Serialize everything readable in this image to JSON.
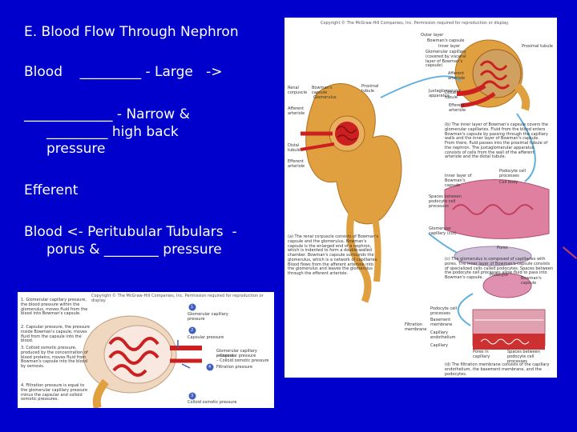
{
  "slide": {
    "title": "E. Blood Flow Through Nephron",
    "line1": "Blood    _________ - Large   ->",
    "line2": "_____________ - Narrow &",
    "line3": "_________ high back",
    "line4": "pressure",
    "line5": "Efferent",
    "line6": "Blood <- Peritubular Tubulars  -",
    "line7": "porus & ________ pressure"
  },
  "figure_right": {
    "copyright": "Copyright © The McGraw-Hill Companies, Inc. Permission required for reproduction or display.",
    "labels": {
      "outer_layer": "Outer layer",
      "bowmans_capsule": "Bowman's capsule",
      "inner_layer": "Inner layer",
      "glomerular_capillary": "Glomerular capillary (covered by visceral layer of Bowman's capsule)",
      "proximal_tubule": "Proximal tubule",
      "afferent_arteriole": "Afferent arteriole",
      "juxtaglomerular_apparatus": "Juxtaglomerular apparatus",
      "renal_corpuscle": "Renal corpuscle",
      "bowmans_capsule_2": "Bowman's capsule",
      "glomerulus": "Glomerulus",
      "proximal_tubule_2": "Proximal tubule",
      "distal_tubule": "Distal tubule",
      "efferent_arteriole": "Efferent arteriole",
      "afferent_arteriole_2": "Afferent arteriole",
      "distal_tubule_2": "Distal tubule",
      "efferent_arteriole_2": "Efferent arteriole",
      "inner_layer_2": "Inner layer of Bowman's capsule",
      "podocyte_cell_processes": "Podocyte cell processes",
      "cell_body": "Cell body",
      "spaces_between": "Spaces between podocyte cell processes",
      "glomerular_capillary_2": "Glomerular capillary (cut)",
      "pores": "Pores",
      "podocyte": "Podocyte",
      "bowmans_capsule_3": "Bowman's capsule",
      "podocyte_cell_processes_2": "Podocyte cell processes",
      "basement_membrane": "Basement membrane",
      "capillary_endothelium": "Capillary endothelium",
      "filtration_membrane": "Filtration membrane",
      "capillary": "Capillary",
      "pores_in_capillary": "Pores in capillary",
      "spaces_between_2": "Spaces between podocyte cell processes"
    },
    "caption_a": "(a) The renal corpuscle consists of Bowman's capsule and the glomerulus. Bowman's capsule is the enlarged end of a nephron, which is indented to form a double-walled chamber. Bowman's capsule surrounds the glomerulus, which is a network of capillaries. Blood flows from the afferent arteriole into the glomerulus and leaves the glomerulus through the efferent arteriole.",
    "caption_b": "(b) The inner layer of Bowman's capsule covers the glomerular capillaries. Fluid from the blood enters Bowman's capsule by passing through the capillary walls and the inner layer of Bowman's capsule. From there, fluid passes into the proximal tubule of the nephron. The juxtaglomerular apparatus consists of cells from the wall of the afferent arteriole and the distal tubule.",
    "caption_c": "(c) The glomerulus is composed of capillaries with pores. The inner layer of Bowman's capsule consists of specialized cells called podocytes. Spaces between the podocyte cell processes allow fluid to pass into Bowman's capsule.",
    "caption_d": "(d) The filtration membrane consists of the capillary endothelium, the basement membrane, and the podocytes."
  },
  "figure_bottom": {
    "copyright": "Copyright © The McGraw-Hill Companies, Inc. Permission required for reproduction or display.",
    "steps": [
      "1. Glomerular capillary pressure, the blood pressure within the glomerulus, moves fluid from the blood into Bowman's capsule.",
      "2. Capsular pressure, the pressure inside Bowman's capsule, moves fluid from the capsule into the blood.",
      "3. Colloid osmotic pressure, produced by the concentration of blood proteins, moves fluid from Bowman's capsule into the blood by osmosis.",
      "4. Filtration pressure is equal to the glomerular capillary pressure minus the capsular and colloid osmotic pressures."
    ],
    "labels": {
      "n1": "1",
      "l1": "Glomerular capillary pressure",
      "n2": "2",
      "l2": "Capsular pressure",
      "n3": "3",
      "l3": "Colloid osmotic pressure",
      "n4": "4",
      "l4": "Filtration pressure",
      "eq1": "Glomerular capillary pressure",
      "eq2": "– Capsular pressure",
      "eq3": "– Colloid osmotic pressure"
    }
  },
  "colors": {
    "background": "#0000cc",
    "text": "#ffffff",
    "kidney_tissue": "#e0a040",
    "vessel_red": "#cc2020",
    "podocyte_pink": "#e080a0",
    "arrow_blue": "#60b0e0"
  }
}
